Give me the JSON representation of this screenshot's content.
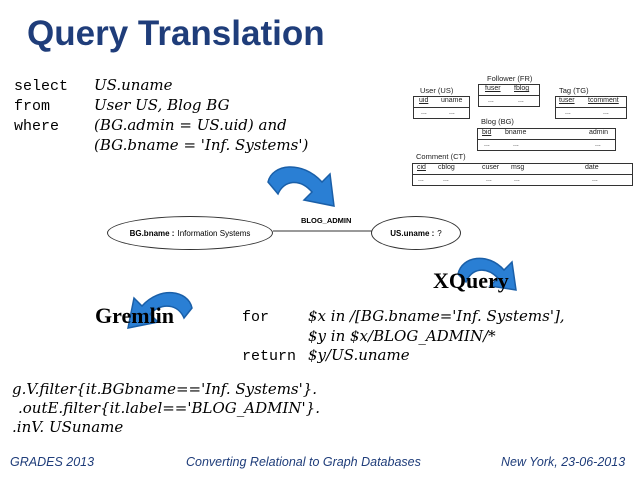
{
  "title": "Query Translation",
  "sql": {
    "lines": [
      {
        "kw": "select",
        "expr": "US.uname"
      },
      {
        "kw": "from",
        "expr": "User US, Blog BG"
      },
      {
        "kw": "where",
        "expr": "(BG.admin = US.uid) and"
      },
      {
        "kw": "",
        "expr": "(BG.bname = 'Inf.  Systems')"
      }
    ]
  },
  "schema": {
    "follower": {
      "caption": "Follower (FR)",
      "cols": [
        "fuser",
        "fblog"
      ],
      "row": [
        "...",
        "..."
      ]
    },
    "user": {
      "caption": "User (US)",
      "cols": [
        "uid",
        "uname"
      ],
      "row": [
        "...",
        "..."
      ]
    },
    "tag": {
      "caption": "Tag (TG)",
      "cols": [
        "tuser",
        "tcomment"
      ],
      "row": [
        "...",
        "..."
      ]
    },
    "blog": {
      "caption": "Blog (BG)",
      "cols": [
        "bid",
        "bname",
        "admin"
      ],
      "row": [
        "...",
        "...",
        "..."
      ]
    },
    "comment": {
      "caption": "Comment (CT)",
      "cols": [
        "cid",
        "cblog",
        "cuser",
        "msg",
        "date"
      ],
      "row": [
        "...",
        "...",
        "...",
        "...",
        "..."
      ]
    }
  },
  "graph": {
    "left_node_key": "BG.bname :",
    "left_node_value": "Information Systems",
    "edge_label": "BLOG_ADMIN",
    "right_node_key": "US.uname :",
    "right_node_value": "?"
  },
  "labels": {
    "xquery": "XQuery",
    "gremlin": "Gremlin"
  },
  "xquery": {
    "lines": [
      {
        "kw": "for",
        "expr": "$x in /[BG.bname='Inf.  Systems'],"
      },
      {
        "kw": "",
        "expr": "$y in $x/BLOG_ADMIN/*"
      },
      {
        "kw": "return",
        "expr": "$y/US.uname"
      }
    ]
  },
  "gremlin": {
    "lines": [
      "g.V.filter{it.BGbname=='Inf.  Systems'}.",
      ".outE.filter{it.label=='BLOG_ADMIN'}.",
      ".inV. USuname"
    ]
  },
  "footer": {
    "left": "GRADES 2013",
    "center": "Converting Relational to Graph Databases",
    "right": "New York, 23-06-2013"
  },
  "colors": {
    "title": "#1f3d7a",
    "arrow": "#2a7fd4",
    "arrow_dark": "#1a5fa8"
  }
}
